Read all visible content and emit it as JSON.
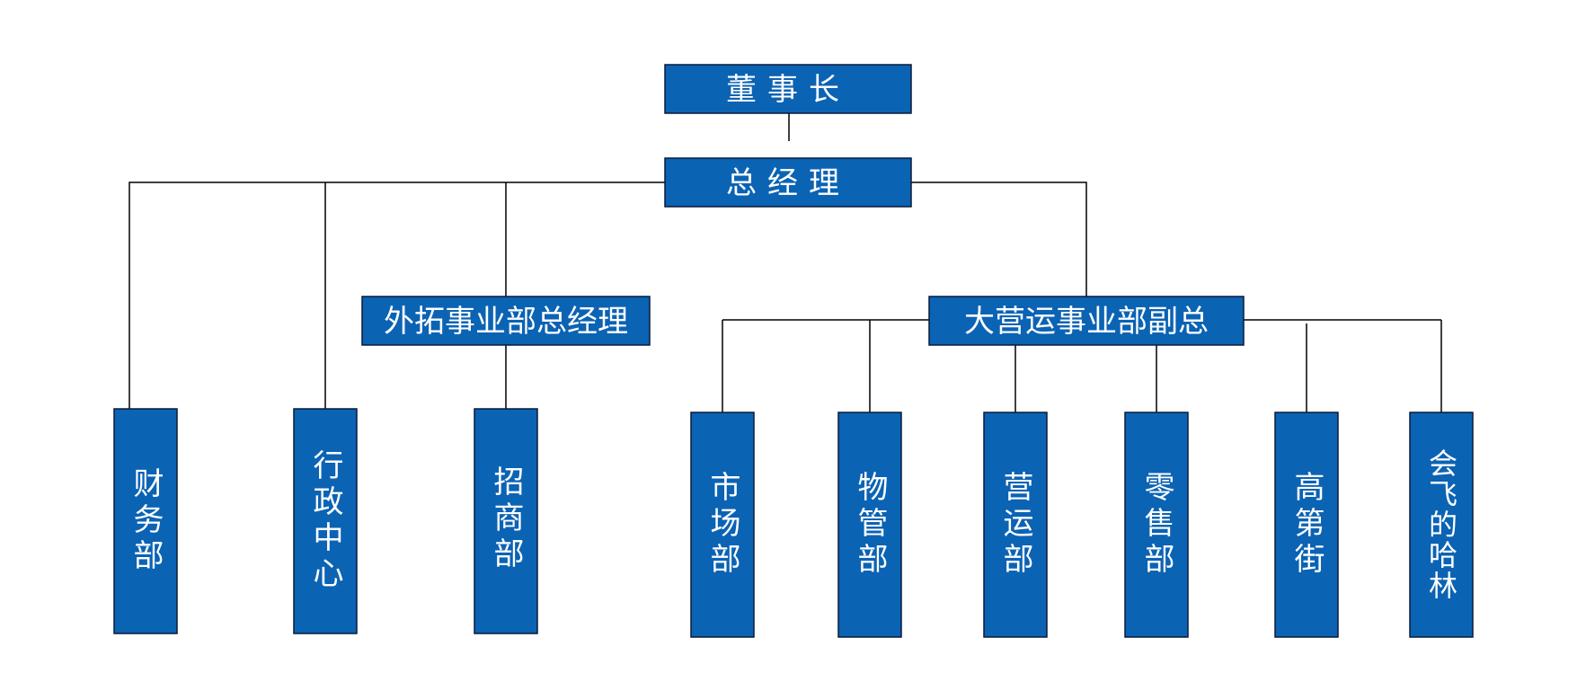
{
  "org": {
    "chairman": "董事长",
    "general_manager": "总经理",
    "expansion_gm": "外拓事业部总经理",
    "operations_vp": "大营运事业部副总",
    "finance": "财务部",
    "admin_center": "行政中心",
    "investment": "招商部",
    "marketing": "市场部",
    "property": "物管部",
    "operations": "营运部",
    "retail": "零售部",
    "gaodi_street": "高第街",
    "huifei_harlem": "会飞的哈林"
  },
  "colors": {
    "box_fill": "#0b63b4",
    "box_stroke": "#0a1a3a",
    "connector": "#000000",
    "text": "#ffffff"
  }
}
